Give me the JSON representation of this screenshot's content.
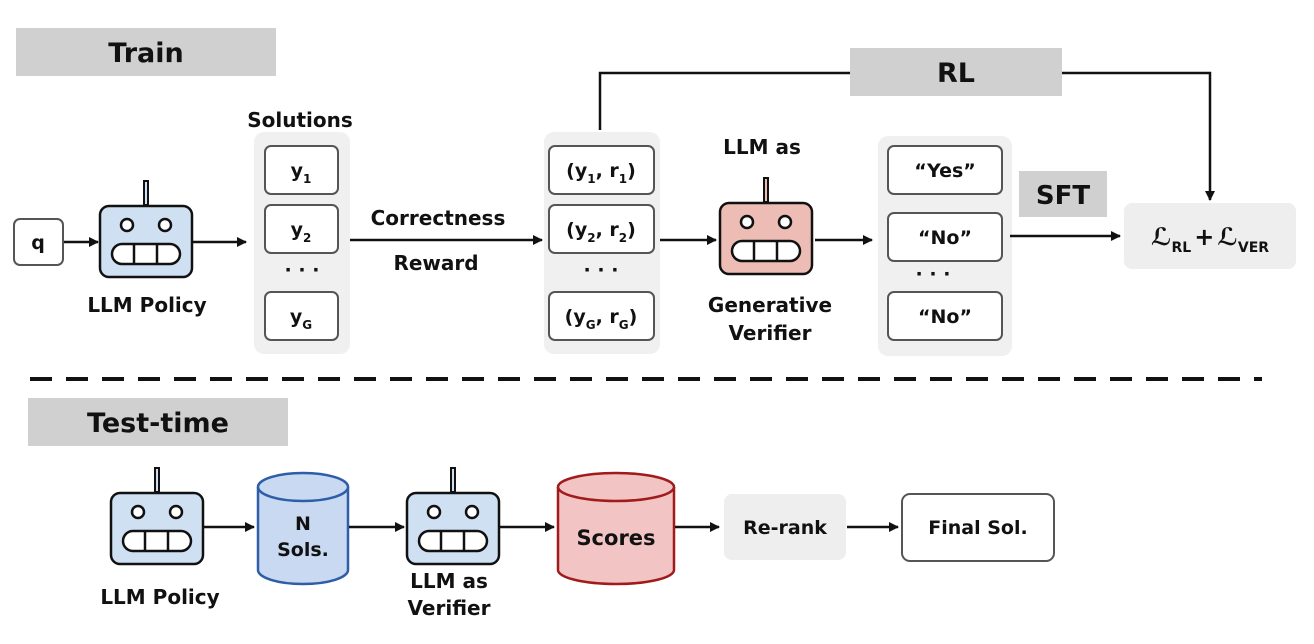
{
  "sections": {
    "train": "Train",
    "test": "Test-time"
  },
  "train": {
    "query": "q",
    "policy_label": "LLM Policy",
    "solutions_title": "Solutions",
    "solutions": [
      {
        "main": "y",
        "sub": "1"
      },
      {
        "main": "y",
        "sub": "2"
      },
      {
        "main": "y",
        "sub": "G"
      }
    ],
    "ellipsis": "· · ·",
    "reward_line1": "Correctness",
    "reward_line2": "Reward",
    "pairs": [
      {
        "y": "1",
        "r": "1"
      },
      {
        "y": "2",
        "r": "2"
      },
      {
        "y": "G",
        "r": "G"
      }
    ],
    "verifier_top": "LLM as",
    "verifier_bottom1": "Generative",
    "verifier_bottom2": "Verifier",
    "answers": [
      "“Yes”",
      "“No”",
      "“No”"
    ],
    "rl_label": "RL",
    "sft_label": "SFT",
    "loss": {
      "symbol": "ℒ",
      "sub1": "RL",
      "plus": "+",
      "sub2": "VER"
    }
  },
  "test": {
    "policy_label": "LLM Policy",
    "n_line1": "N",
    "n_line2": "Sols.",
    "verifier_line1": "LLM as",
    "verifier_line2": "Verifier",
    "scores": "Scores",
    "rerank": "Re-rank",
    "final": "Final Sol."
  },
  "colors": {
    "header_gray": "#d0d0d0",
    "panel_gray": "#f0f0f0",
    "robot_blue": "#cfe0f3",
    "robot_red": "#ecbcb5",
    "cyl_blue_fill": "#c9d9f2",
    "cyl_blue_stroke": "#2e5ea8",
    "cyl_red_fill": "#f2c4c4",
    "cyl_red_stroke": "#a01c1c"
  }
}
